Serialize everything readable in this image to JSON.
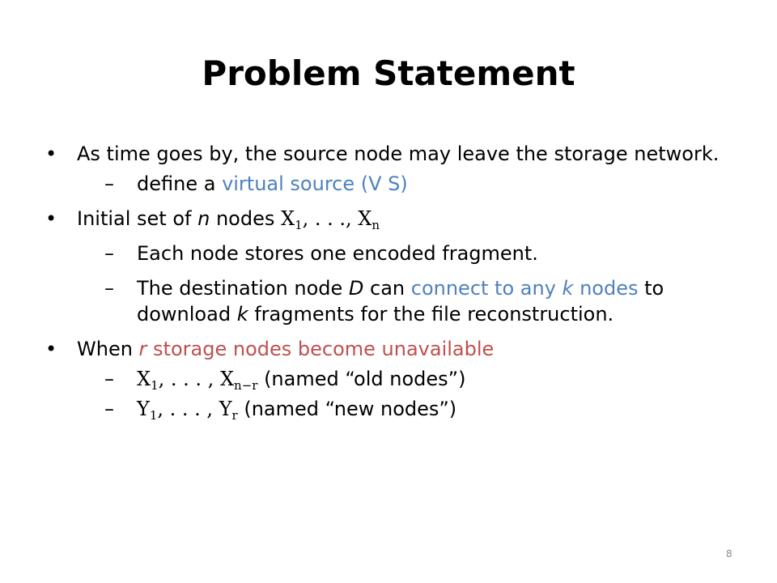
{
  "slide": {
    "title": "Problem Statement",
    "page_number": "8",
    "bullets": {
      "b1": "As time goes by, the source node may leave the storage network.",
      "b1_s1_pre": "define a ",
      "b1_s1_blue": "virtual source (V S)",
      "b2_pre": "Initial set of ",
      "b2_n": "n",
      "b2_mid": " nodes ",
      "b2_math_x1": "X",
      "b2_math_sub1": "1",
      "b2_math_sep": ", . . ., ",
      "b2_math_xn": "X",
      "b2_math_subn": "n",
      "b2_s1": "Each node stores one encoded fragment.",
      "b2_s2_pre": "The destination node ",
      "b2_s2_d": "D",
      "b2_s2_mid": " can ",
      "b2_s2_blue_pre": "connect to any ",
      "b2_s2_blue_k": "k",
      "b2_s2_blue_post": " nodes",
      "b2_s2_post1": " to download ",
      "b2_s2_k": "k",
      "b2_s2_post2": " fragments for the file reconstruction.",
      "b3_pre": "When ",
      "b3_r": "r",
      "b3_red": " storage nodes become unavailable",
      "b3_s1_x": "X",
      "b3_s1_sub1": "1",
      "b3_s1_sep": ", . . . , ",
      "b3_s1_x2": "X",
      "b3_s1_sub2": "n−r",
      "b3_s1_text": " (named “old nodes”)",
      "b3_s2_y": "Y",
      "b3_s2_sub1": "1",
      "b3_s2_sep": ", . . . , ",
      "b3_s2_y2": "Y",
      "b3_s2_sub2": "r",
      "b3_s2_text": " (named “new nodes”)"
    }
  }
}
